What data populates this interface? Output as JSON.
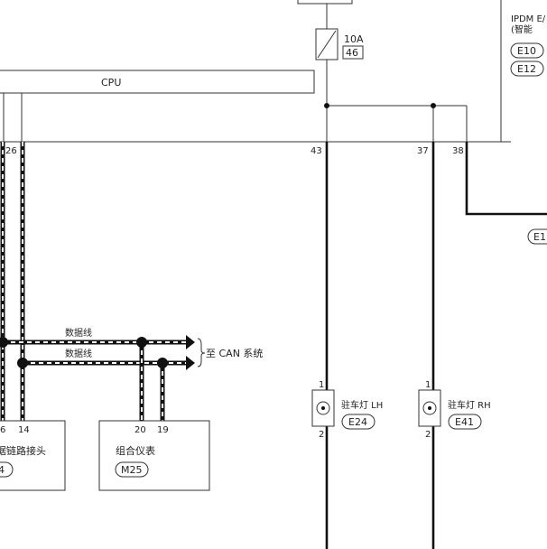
{
  "ipdm": {
    "title_line1": "IPDM E/",
    "title_line2": "(智能",
    "conn_1": "E10",
    "conn_2": "E12",
    "pin_43": "43",
    "pin_37": "37",
    "pin_38": "38"
  },
  "fuse": {
    "rating": "10A",
    "number": "46"
  },
  "cpu_label": "CPU",
  "left_module": {
    "pin_26": "26"
  },
  "right_edge_conn": "E1",
  "can": {
    "line1_label": "数据线",
    "line2_label": "数据线",
    "dest_label": "至 CAN 系统"
  },
  "dlc": {
    "label": "据链路接头",
    "pin_6": "6",
    "pin_14": "14",
    "conn": "4"
  },
  "cluster": {
    "label": "组合仪表",
    "pin_20": "20",
    "pin_19": "19",
    "conn": "M25"
  },
  "lamp_lh": {
    "label": "驻车灯 LH",
    "pin_top": "1",
    "pin_bot": "2",
    "conn": "E24"
  },
  "lamp_rh": {
    "label": "驻车灯 RH",
    "pin_top": "1",
    "pin_bot": "2",
    "conn": "E41"
  }
}
